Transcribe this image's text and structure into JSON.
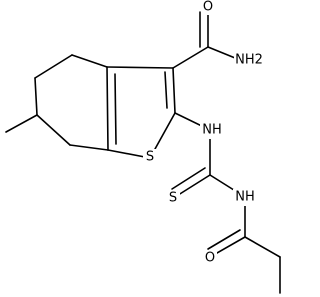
{
  "labels": {
    "amide_o": "O",
    "amide_nh2": "NH2",
    "ring_s": "S",
    "nh_1": "NH",
    "thione_s": "S",
    "nh_2": "NH",
    "acyl_o": "O"
  },
  "colors": {
    "bond": "#000000",
    "text": "#000000",
    "background": "#ffffff"
  }
}
